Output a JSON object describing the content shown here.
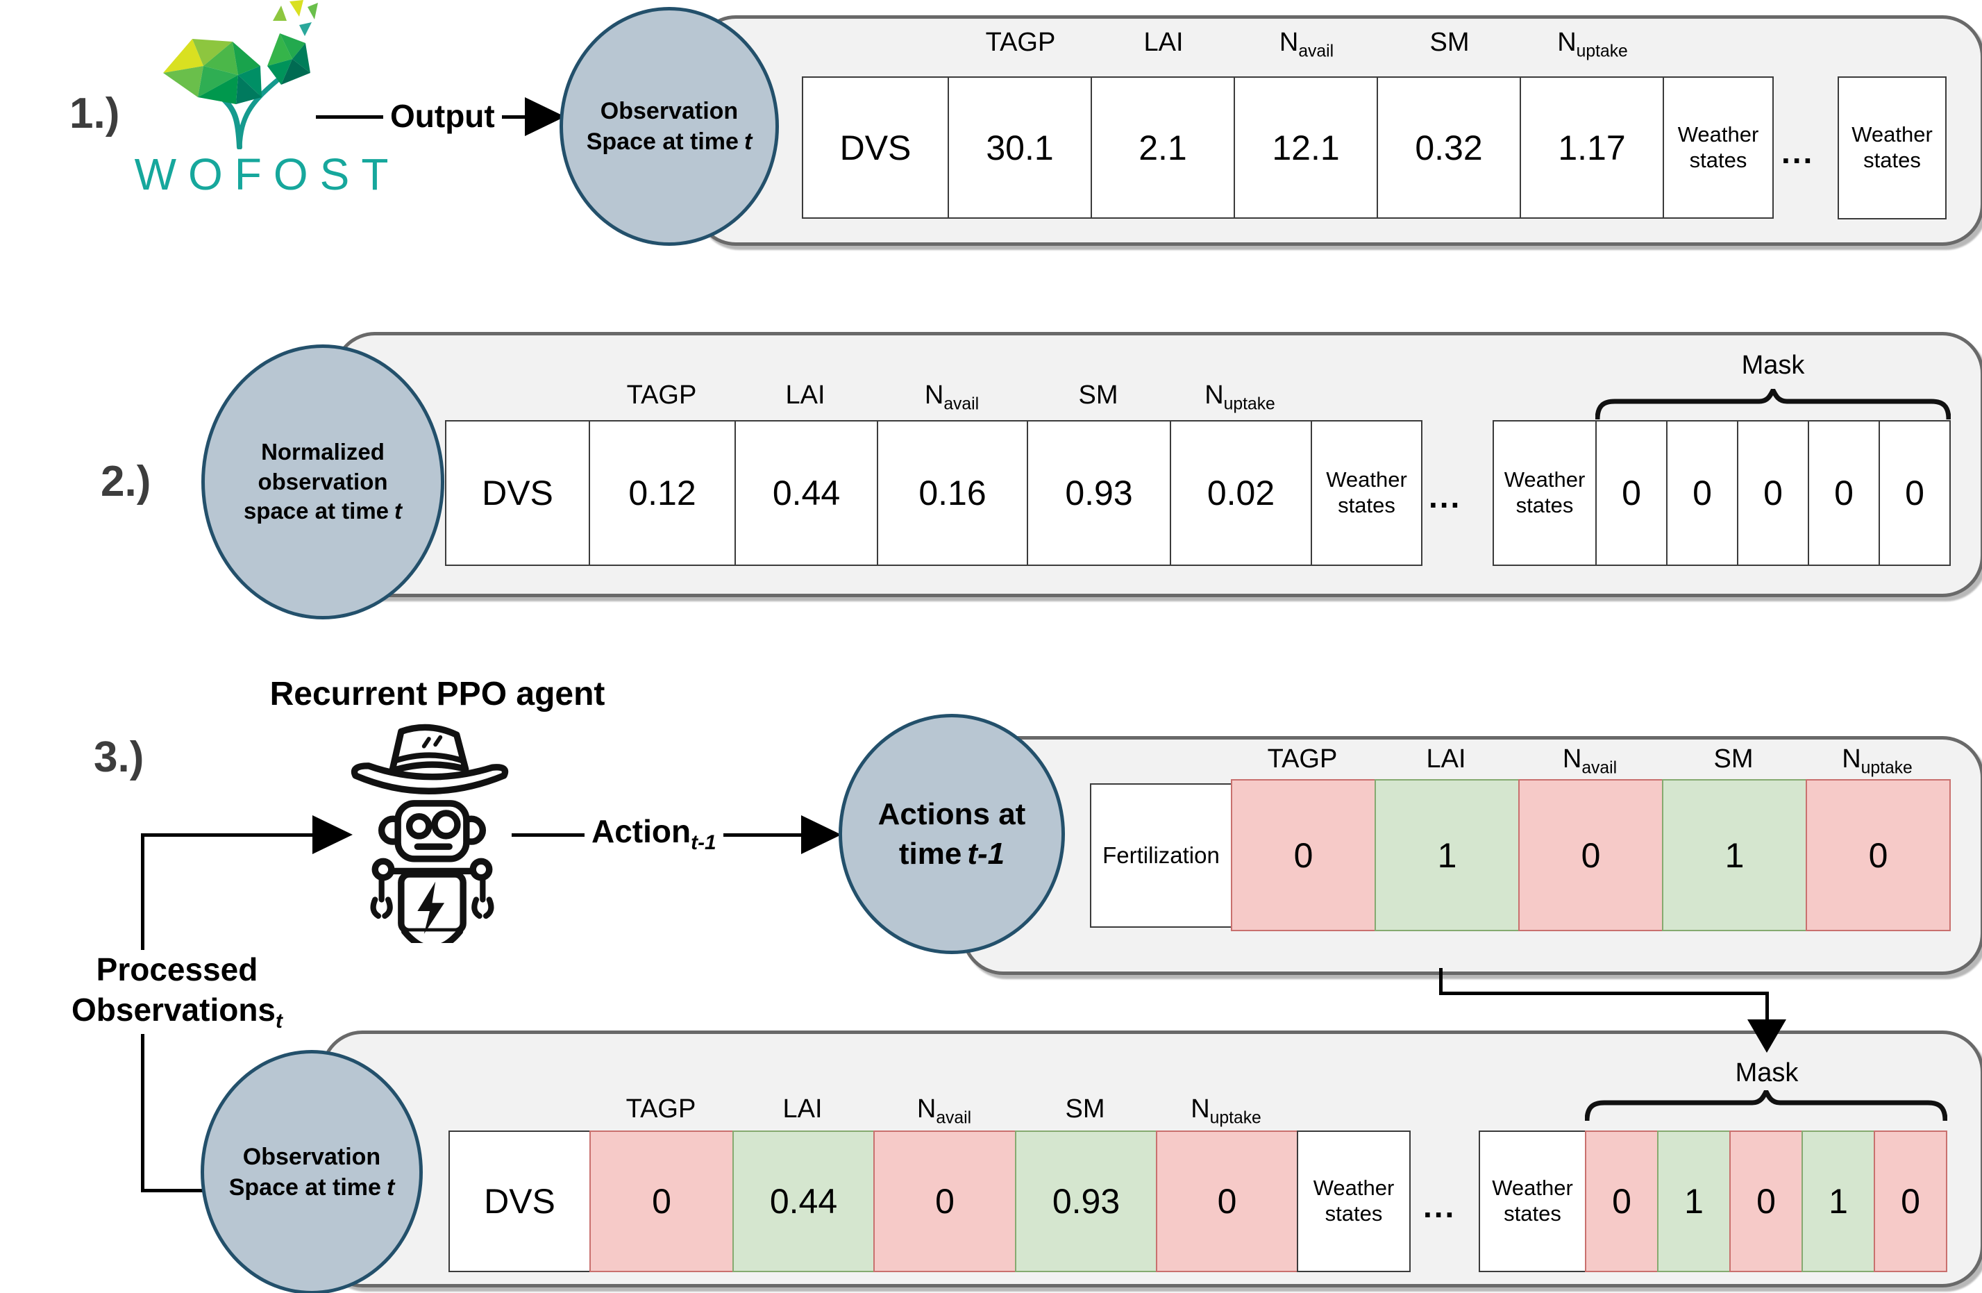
{
  "steps": {
    "s1": "1.)",
    "s2": "2.)",
    "s3": "3.)"
  },
  "logo": {
    "wordmark": "WOFOST",
    "icon": "wofost-plant-icon"
  },
  "arrows": {
    "output": "Output",
    "action_base": "Action",
    "action_sub": "t-1"
  },
  "agent": {
    "title": "Recurrent PPO agent",
    "icon": "robot-cowboy-icon"
  },
  "processed": {
    "line1": "Processed",
    "line2": "Observations",
    "sub": "t"
  },
  "misc": {
    "dots": "...",
    "mask": "Mask",
    "weather": "Weather states"
  },
  "headers": {
    "tagp": "TAGP",
    "lai": "LAI",
    "n": "N",
    "avail": "avail",
    "sm": "SM",
    "uptake": "uptake"
  },
  "circles": {
    "c1": {
      "l1": "Observation",
      "l2": "Space at time",
      "it": "t"
    },
    "c2": {
      "l1": "Normalized",
      "l2": "observation",
      "l3": "space at time",
      "it": "t"
    },
    "c3": {
      "l1": "Actions at",
      "l2": "time",
      "it": "t-1"
    },
    "c4": {
      "l1": "Observation",
      "l2": "Space at time",
      "it": "t"
    }
  },
  "table1": {
    "label": "DVS",
    "values": [
      "30.1",
      "2.1",
      "12.1",
      "0.32",
      "1.17"
    ]
  },
  "table2": {
    "label": "DVS",
    "values": [
      "0.12",
      "0.44",
      "0.16",
      "0.93",
      "0.02"
    ],
    "mask": [
      "0",
      "0",
      "0",
      "0",
      "0"
    ]
  },
  "table3": {
    "label": "Fertilization",
    "values": [
      "0",
      "1",
      "0",
      "1",
      "0"
    ]
  },
  "table4": {
    "label": "DVS",
    "values": [
      "0",
      "0.44",
      "0",
      "0.93",
      "0"
    ],
    "mask": [
      "0",
      "1",
      "0",
      "1",
      "0"
    ]
  },
  "colors": {
    "circle_fill": "#b8c6d2",
    "circle_stroke": "#23506b",
    "container_fill": "#f2f2f2",
    "container_stroke": "#696969",
    "cell_red": "#f6cac8",
    "cell_red_stroke": "#c9706e",
    "cell_green": "#d5e6cf",
    "cell_green_stroke": "#85aa70",
    "wofost_teal": "#16a79c"
  }
}
